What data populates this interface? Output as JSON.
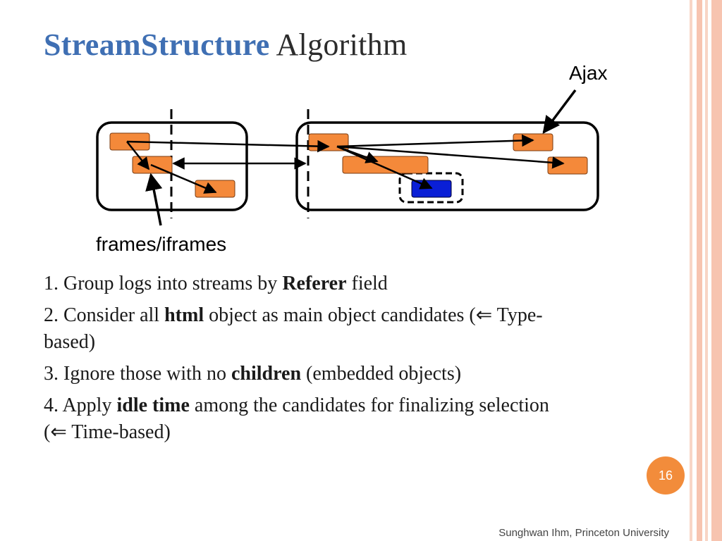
{
  "slide": {
    "title_strong": "StreamStructure",
    "title_rest": "Algorithm",
    "page_number": "16",
    "footer": "Sunghwan Ihm, Princeton University"
  },
  "diagram": {
    "label_ajax": "Ajax",
    "label_frames": "frames/iframes"
  },
  "steps": [
    {
      "pre": "1. Group logs into streams by ",
      "bold": "Referer",
      "post": " field"
    },
    {
      "pre": "2. Consider all ",
      "bold": "html",
      "post": " object as main object candidates (⇐ Type-based)"
    },
    {
      "pre": "3. Ignore those with no ",
      "bold": "children",
      "post": " (embedded objects)"
    },
    {
      "pre": "4. Apply ",
      "bold": "idle time",
      "post": " among the candidates for finalizing selection (⇐ Time-based)"
    }
  ],
  "colors": {
    "title_accent": "#3f6fb3",
    "object_fill": "#f4893a",
    "selected_object_fill": "#0a1fd6",
    "page_badge": "#f28c3b",
    "side_stripe": "#f7c4b0"
  }
}
